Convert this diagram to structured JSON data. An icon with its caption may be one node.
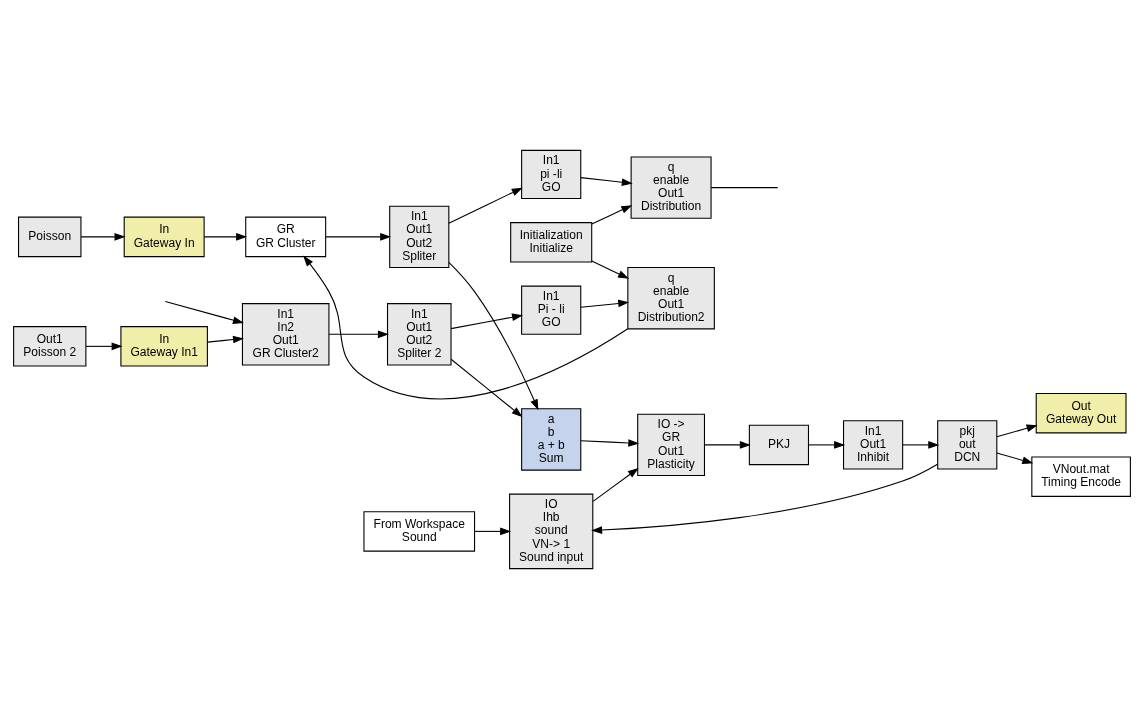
{
  "diagram": {
    "nodes": [
      {
        "text": [
          "Poisson"
        ]
      },
      {
        "text": [
          "In",
          "Gateway In"
        ]
      },
      {
        "text": [
          "GR",
          "GR Cluster"
        ]
      },
      {
        "text": [
          "In1",
          "Out1",
          "Out2",
          "Spliter"
        ]
      },
      {
        "text": [
          "In1",
          "pi -li",
          "GO"
        ]
      },
      {
        "text": [
          "q",
          "enable",
          "Out1",
          "Distribution"
        ]
      },
      {
        "text": [
          "IO",
          "Ihb",
          "sound",
          "VN-> 1",
          "Sound input"
        ]
      },
      {
        "text": [
          "From Workspace",
          "Sound"
        ]
      },
      {
        "text": [
          "IO ->",
          "GR",
          "Out1",
          "Plasticity"
        ]
      },
      {
        "text": [
          "PKJ"
        ]
      },
      {
        "text": [
          "a",
          "b",
          "a + b",
          "Sum"
        ]
      },
      {
        "text": [
          "In1",
          "Out1",
          "Inhibit"
        ]
      },
      {
        "text": [
          "pkj",
          "out",
          "DCN"
        ]
      },
      {
        "text": [
          "Out",
          "Gateway Out"
        ]
      },
      {
        "text": [
          "VNout.mat",
          "Timing Encode"
        ]
      },
      {
        "text": [
          "Initialization",
          "Initialize"
        ]
      },
      {
        "text": [
          "Out1",
          "Poisson 2"
        ]
      },
      {
        "text": [
          "In",
          "Gateway In1"
        ]
      },
      {
        "text": [
          "In1",
          "In2",
          "Out1",
          "GR Cluster2"
        ]
      },
      {
        "text": [
          "In1",
          "Out1",
          "Out2",
          "Spliter 2"
        ]
      },
      {
        "text": [
          "In1",
          "Pi - li",
          "GO"
        ]
      },
      {
        "text": [
          "q",
          "enable",
          "Out1",
          "Distribution2"
        ]
      }
    ],
    "edges": [
      {
        "from": 0,
        "to": 1,
        "arrow": "to"
      },
      {
        "from": 1,
        "to": 2,
        "arrow": "to"
      },
      {
        "from": 21,
        "to": 2,
        "arrow": "to"
      },
      {
        "from": 2,
        "to": 3,
        "arrow": "to"
      },
      {
        "from": 3,
        "to": 4,
        "arrow": "to"
      },
      {
        "from": 3,
        "to": 10,
        "arrow": "to"
      },
      {
        "from": 4,
        "to": 5,
        "arrow": "to"
      },
      {
        "from": 15,
        "to": 5,
        "arrow": "to"
      },
      {
        "from": 5,
        "to": null,
        "arrow": "none"
      },
      {
        "from": 7,
        "to": 6,
        "arrow": "to"
      },
      {
        "from": 12,
        "to": 6,
        "arrow": "to"
      },
      {
        "from": 6,
        "to": 8,
        "arrow": "to"
      },
      {
        "from": 10,
        "to": 8,
        "arrow": "to"
      },
      {
        "from": 8,
        "to": 9,
        "arrow": "to"
      },
      {
        "from": 9,
        "to": 11,
        "arrow": "to"
      },
      {
        "from": 11,
        "to": 12,
        "arrow": "to"
      },
      {
        "from": 12,
        "to": 13,
        "arrow": "to"
      },
      {
        "from": 12,
        "to": 14,
        "arrow": "to"
      },
      {
        "from": 16,
        "to": 17,
        "arrow": "to"
      },
      {
        "from": 17,
        "to": 18,
        "arrow": "to"
      },
      {
        "from": null,
        "to": 18,
        "arrow": "to"
      },
      {
        "from": 18,
        "to": 19,
        "arrow": "to"
      },
      {
        "from": 19,
        "to": 20,
        "arrow": "to"
      },
      {
        "from": 19,
        "to": 10,
        "arrow": "to"
      },
      {
        "from": 20,
        "to": 21,
        "arrow": "to"
      },
      {
        "from": 15,
        "to": 21,
        "arrow": "to"
      }
    ]
  }
}
